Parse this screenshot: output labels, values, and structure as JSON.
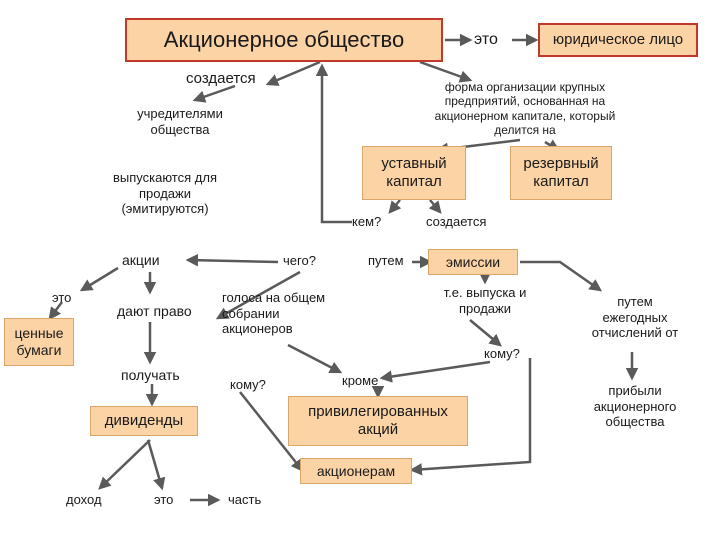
{
  "nodes": {
    "joint_stock_company": "Акционерное общество",
    "eto_top": "это",
    "legal_entity": "юридическое лицо",
    "sozdaetsya_top": "создается",
    "form_definition": [
      "форма организации крупных",
      "предприятий, основанная на",
      "акционерном капитале, который",
      "делится на"
    ],
    "founders": [
      "учредителями",
      "общества"
    ],
    "authorized_capital": [
      "уставный",
      "капитал"
    ],
    "reserve_capital": [
      "резервный",
      "капитал"
    ],
    "issued_for_sale": [
      "выпускаются для",
      "продажи",
      "(эмитируются)"
    ],
    "kem": "кем?",
    "sozdaetsya_mid": "создается",
    "shares": "акции",
    "chego": "чего?",
    "putem": "путем",
    "emission": "эмиссии",
    "eto_left": "это",
    "securities": [
      "ценные",
      "бумаги"
    ],
    "give_right": "дают право",
    "votes": [
      "голоса на общем",
      "собрании",
      "акционеров"
    ],
    "issue_explain": [
      "т.е. выпуска и",
      "продажи"
    ],
    "annual_deductions": [
      "путем",
      "ежегодных",
      "отчислений от"
    ],
    "komu_right": "кому?",
    "receive": "получать",
    "komu_mid": "кому?",
    "except": "кроме",
    "profit": [
      "прибыли",
      "акционерного",
      "общества"
    ],
    "dividends": "дивиденды",
    "preferred_shares": [
      "привилегированных",
      "акций"
    ],
    "to_shareholders": "акционерам",
    "income": "доход",
    "eto_bottom": "это",
    "part": "часть"
  },
  "colors": {
    "box_fill": "#fbd3a4",
    "box_border": "#d9a66a",
    "title_border": "#c0392b",
    "arrow": "#5a5a5a"
  }
}
